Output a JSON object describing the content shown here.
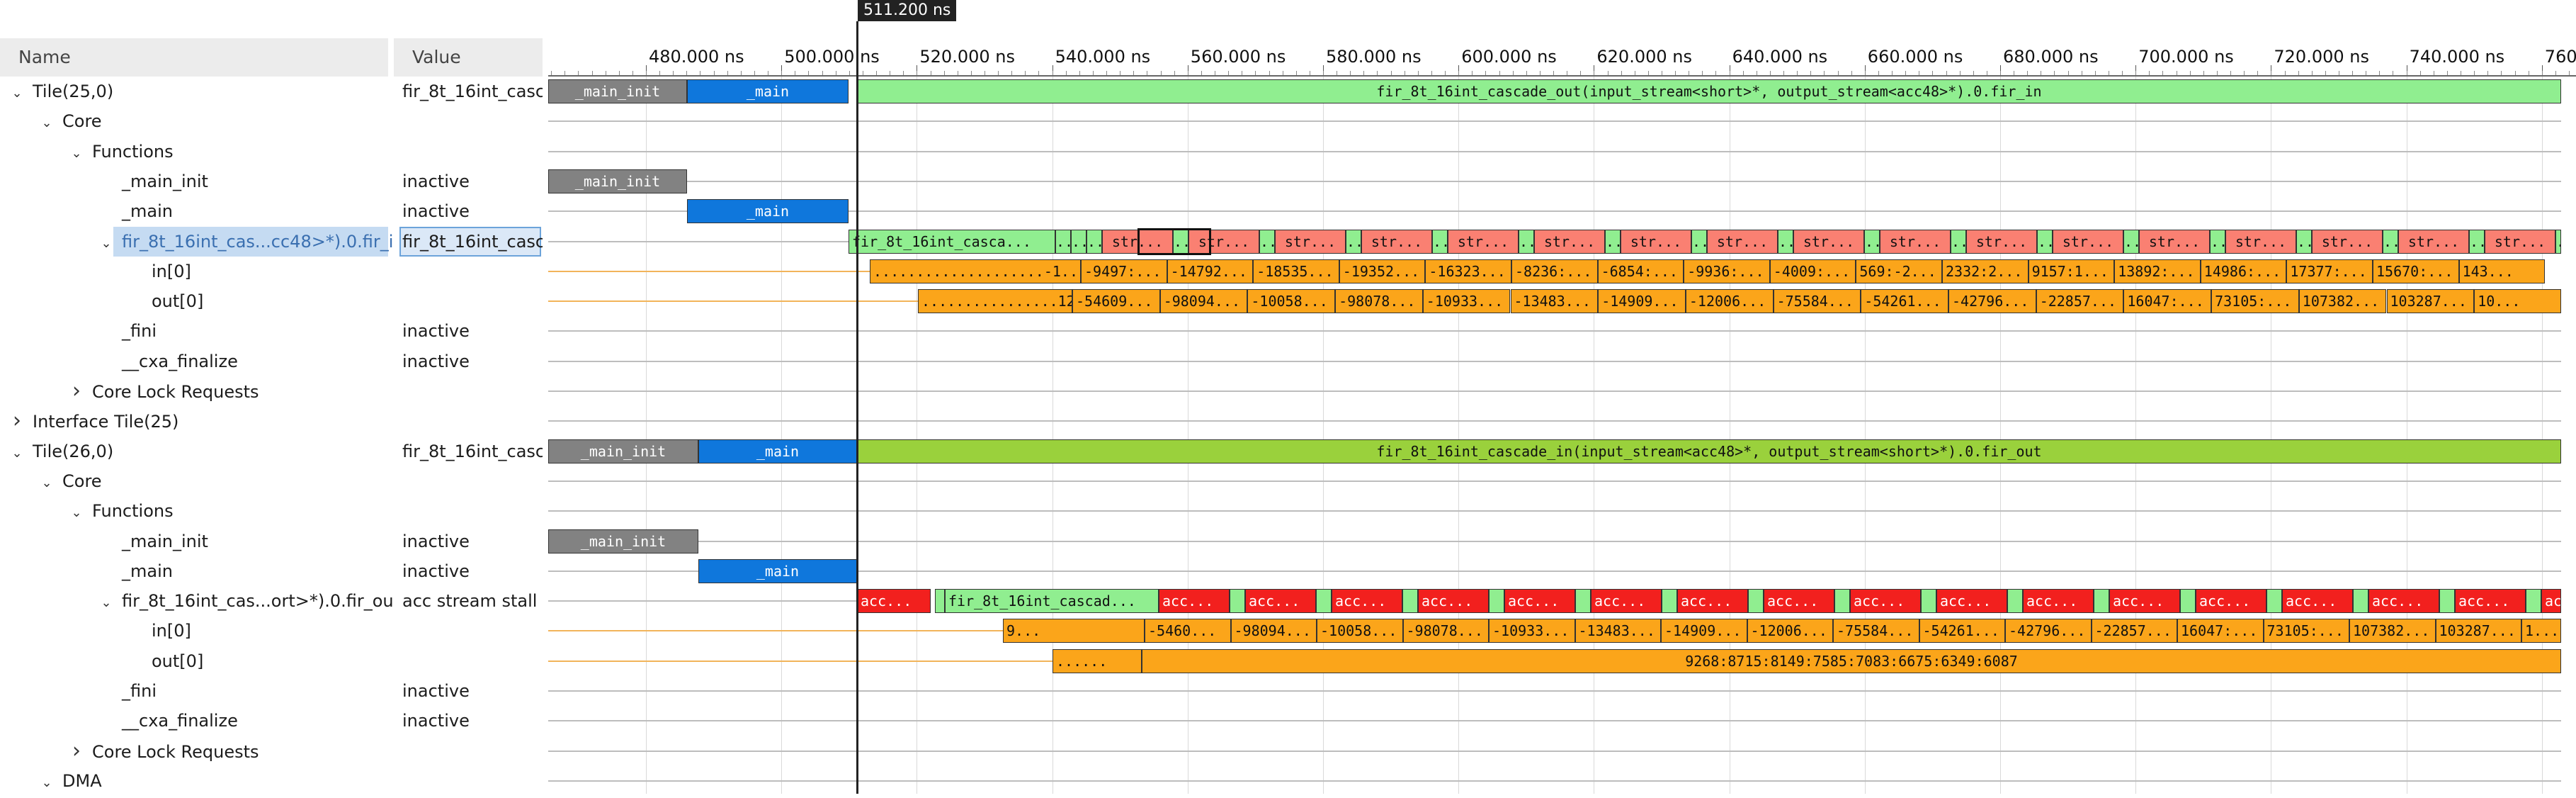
{
  "columns": {
    "name": "Name",
    "value": "Value"
  },
  "cursor": {
    "label": "511.200 ns"
  },
  "timeline": {
    "ticks": [
      "480.000 ns",
      "500.000 ns",
      "520.000 ns",
      "540.000 ns",
      "560.000 ns",
      "580.000 ns",
      "600.000 ns",
      "620.000 ns",
      "640.000 ns",
      "660.000 ns",
      "680.000 ns",
      "700.000 ns",
      "720.000 ns",
      "740.000 ns",
      "760"
    ]
  },
  "rows": [
    {
      "label": "Tile(25,0)",
      "chevron": "v",
      "value": "fir_8t_16int_casc"
    },
    {
      "label": "Core",
      "chevron": "v",
      "value": ""
    },
    {
      "label": "Functions",
      "chevron": "v",
      "value": ""
    },
    {
      "label": "_main_init",
      "chevron": "",
      "value": "inactive"
    },
    {
      "label": "_main",
      "chevron": "",
      "value": "inactive"
    },
    {
      "label": "fir_8t_16int_cas...cc48>*).0.fir_i",
      "chevron": "v",
      "value": "fir_8t_16int_casc",
      "selected": true
    },
    {
      "label": "in[0]",
      "chevron": "",
      "value": ""
    },
    {
      "label": "out[0]",
      "chevron": "",
      "value": ""
    },
    {
      "label": "_fini",
      "chevron": "",
      "value": "inactive"
    },
    {
      "label": "__cxa_finalize",
      "chevron": "",
      "value": "inactive"
    },
    {
      "label": "Core Lock Requests",
      "chevron": ">",
      "value": ""
    },
    {
      "label": "Interface Tile(25)",
      "chevron": ">",
      "value": ""
    },
    {
      "label": "Tile(26,0)",
      "chevron": "v",
      "value": "fir_8t_16int_casc"
    },
    {
      "label": "Core",
      "chevron": "v",
      "value": ""
    },
    {
      "label": "Functions",
      "chevron": "v",
      "value": ""
    },
    {
      "label": "_main_init",
      "chevron": "",
      "value": "inactive"
    },
    {
      "label": "_main",
      "chevron": "",
      "value": "inactive"
    },
    {
      "label": "fir_8t_16int_cas...ort>*).0.fir_ou",
      "chevron": "v",
      "value": "acc stream stall"
    },
    {
      "label": "in[0]",
      "chevron": "",
      "value": ""
    },
    {
      "label": "out[0]",
      "chevron": "",
      "value": ""
    },
    {
      "label": "_fini",
      "chevron": "",
      "value": "inactive"
    },
    {
      "label": "__cxa_finalize",
      "chevron": "",
      "value": "inactive"
    },
    {
      "label": "Core Lock Requests",
      "chevron": ">",
      "value": ""
    },
    {
      "label": "DMA",
      "chevron": "v",
      "value": ""
    }
  ],
  "signals": {
    "t25_main_init": "_main_init",
    "t25_main": "_main",
    "t25_kernel": "fir_8t_16int_cascade_out(input_stream<short>*, output_stream<acc48>*).0.fir_in",
    "t25_fn_first": "fir_8t_16int_casca...",
    "t25_fn_segs": [
      "...",
      "...",
      "str...",
      "str...",
      "str...",
      "str...",
      "str...",
      "str...",
      "str...",
      "str...",
      "str...",
      "str...",
      "str...",
      "str...",
      "str...",
      "str...",
      "str...",
      "str...",
      "str..."
    ],
    "t25_in_vals": [
      "....................-1...",
      "-9497:...",
      "-14792...",
      "-18535...",
      "-19352...",
      "-16323...",
      "-8236:...",
      "-6854:...",
      "-9936:...",
      "-4009:...",
      "569:-2...",
      "2332:2...",
      "9157:1...",
      "13892:...",
      "14986:...",
      "17377:...",
      "15670:...",
      "143..."
    ],
    "t25_out_vals": [
      "................12...",
      "-54609...",
      "-98094...",
      "-10058...",
      "-98078...",
      "-10933...",
      "-13483...",
      "-14909...",
      "-12006...",
      "-75584...",
      "-54261...",
      "-42796...",
      "-22857...",
      "16047:...",
      "73105:...",
      "107382...",
      "103287...",
      "10..."
    ],
    "t26_main_init": "_main_init",
    "t26_main": "_main",
    "t26_kernel": "fir_8t_16int_cascade_in(input_stream<acc48>*, output_stream<short>*).0.fir_out",
    "t26_fn_first": "fir_8t_16int_cascad...",
    "t26_fn_acc": "acc...",
    "t26_in_vals": [
      "9...",
      "-5460...",
      "-98094...",
      "-10058...",
      "-98078...",
      "-10933...",
      "-13483...",
      "-14909...",
      "-12006...",
      "-75584...",
      "-54261...",
      "-42796...",
      "-22857...",
      "16047:...",
      "73105:...",
      "107382...",
      "103287...",
      "1..."
    ],
    "t26_out_first": "......",
    "t26_out_long": "9268:8715:8149:7585:7083:6675:6349:6087"
  }
}
